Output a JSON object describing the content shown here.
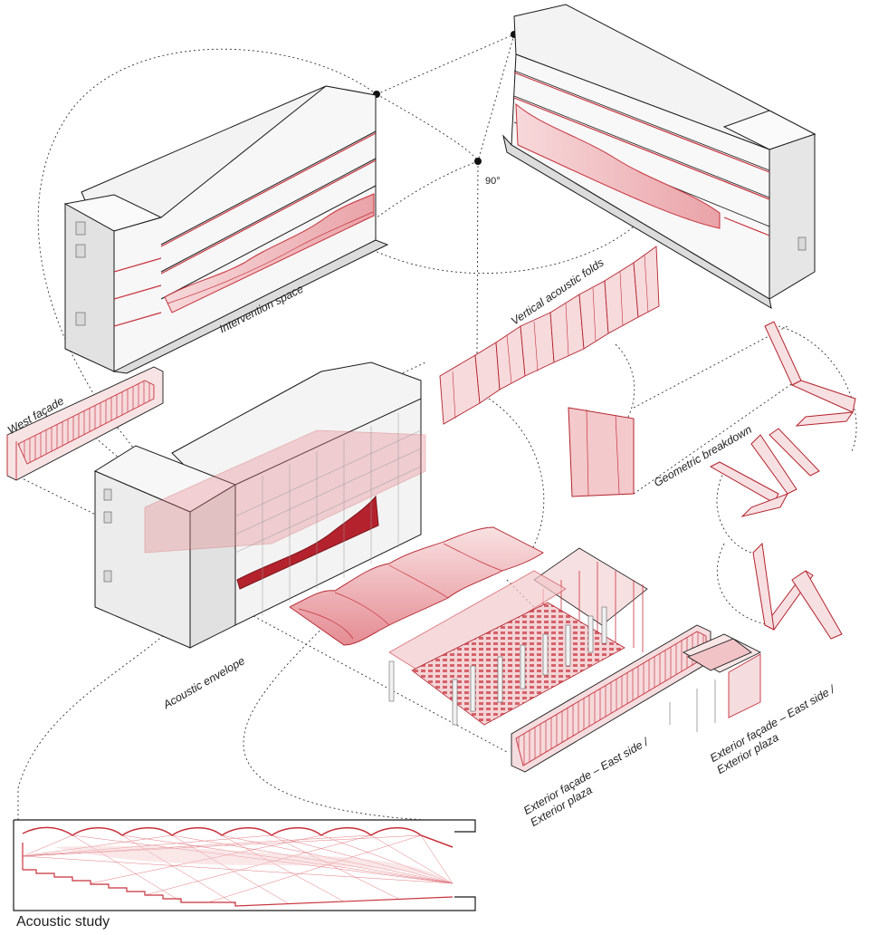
{
  "labels": {
    "intervention_space": "Intervention space",
    "vertical_acoustic_folds": "Vertical acoustic folds",
    "west_facade": "West façade",
    "geometric_breakdown": "Geometric breakdown",
    "acoustic_envelope": "Acoustic envelope",
    "angle": "90°",
    "exterior_facade_1": "Exterior façade – East side /\nExterior plaza",
    "exterior_facade_2": "Exterior façade – East side /\nExterior plaza",
    "acoustic_study": "Acoustic study"
  },
  "colors": {
    "accent_red": "#c8323c",
    "light_red": "#f3c9cc",
    "mid_red": "#e58f96",
    "building_gray": "#eeeeee",
    "outline": "#1a1a1a"
  }
}
